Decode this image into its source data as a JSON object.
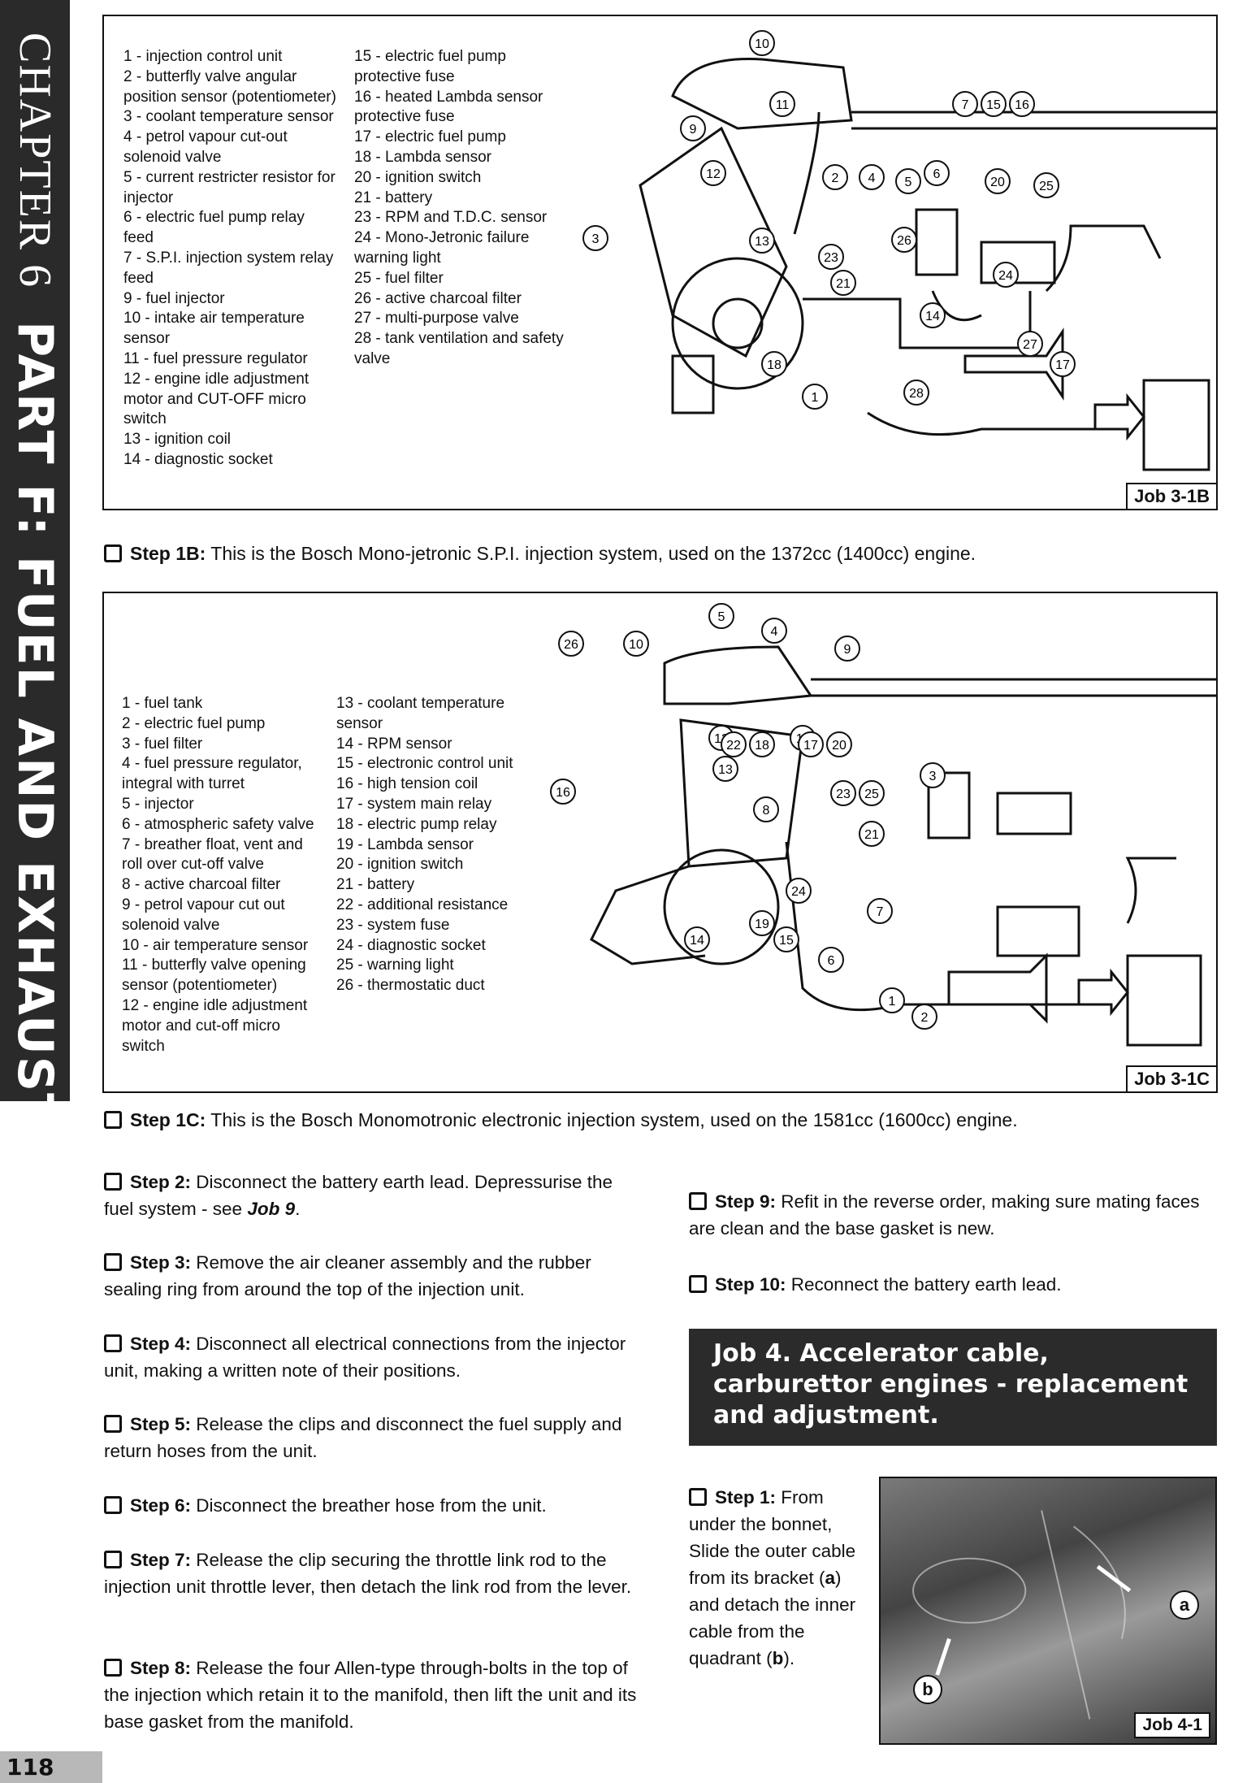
{
  "side_tab": {
    "chapter": "CHAPTER 6",
    "part": "PART F: FUEL AND EXHAUST"
  },
  "figure_1b": {
    "legend_left": [
      "1 - injection control unit",
      "2 - butterfly valve angular",
      "position sensor (potentiometer)",
      "3 - coolant temperature sensor",
      "4 - petrol vapour cut-out",
      "solenoid valve",
      "5 - current restricter resistor for",
      "injector",
      "6 - electric fuel pump relay",
      "feed",
      "7 - S.P.I. injection system relay",
      "feed",
      "9 - fuel injector",
      "10 - intake air temperature",
      "sensor",
      "11 - fuel pressure regulator",
      "12 - engine idle adjustment",
      "motor and CUT-OFF micro",
      "switch",
      "13 - ignition coil",
      "14 - diagnostic socket"
    ],
    "legend_right": [
      "15 - electric fuel pump",
      "protective fuse",
      "16 - heated Lambda sensor",
      "protective fuse",
      "17 - electric fuel pump",
      "18 - Lambda sensor",
      "20 - ignition switch",
      "21 - battery",
      "23 - RPM and T.D.C. sensor",
      "24 - Mono-Jetronic failure",
      "warning light",
      "25 - fuel filter",
      "26 - active charcoal filter",
      "27 - multi-purpose valve",
      "28 - tank ventilation and safety",
      "valve"
    ],
    "callouts": [
      "10",
      "7",
      "15",
      "16",
      "11",
      "9",
      "2",
      "4",
      "5",
      "6",
      "20",
      "25",
      "12",
      "3",
      "13",
      "26",
      "23",
      "24",
      "21",
      "14",
      "27",
      "18",
      "17",
      "1",
      "28"
    ],
    "job_label": "Job 3-1B"
  },
  "caption_1b": {
    "label": "Step 1B:",
    "text": " This is the Bosch Mono-jetronic S.P.I. injection system, used on the 1372cc (1400cc) engine."
  },
  "figure_1c": {
    "legend_left": [
      "1 - fuel tank",
      "2 - electric fuel pump",
      "3 - fuel filter",
      "4 - fuel pressure regulator,",
      "integral with turret",
      "5 - injector",
      "6 - atmospheric safety valve",
      "7 - breather float, vent and",
      "roll over cut-off valve",
      "8 - active charcoal filter",
      "9 - petrol vapour cut out",
      "solenoid valve",
      "10 - air temperature sensor",
      "11 - butterfly valve opening",
      "sensor (potentiometer)",
      "12 - engine idle adjustment",
      "motor and cut-off micro",
      "switch"
    ],
    "legend_right": [
      "13 - coolant temperature",
      "sensor",
      "14 - RPM sensor",
      "15 - electronic control unit",
      "16 - high tension coil",
      "17 - system main relay",
      "18 - electric pump relay",
      "19 - Lambda sensor",
      "20 - ignition switch",
      "21 - battery",
      "22 - additional resistance",
      "23 - system fuse",
      "24 - diagnostic socket",
      "25 - warning light",
      "26 - thermostatic duct"
    ],
    "callouts": [
      "5",
      "26",
      "10",
      "4",
      "9",
      "11",
      "12",
      "22",
      "18",
      "17",
      "20",
      "3",
      "16",
      "13",
      "23",
      "25",
      "8",
      "21",
      "24",
      "7",
      "19",
      "14",
      "15",
      "6",
      "1",
      "2"
    ],
    "job_label": "Job 3-1C"
  },
  "caption_1c": {
    "label": "Step 1C:",
    "text": " This is the Bosch Monomotronic electronic injection system, used on the 1581cc (1600cc) engine."
  },
  "steps_left": [
    {
      "label": "Step 2:",
      "text": " Disconnect the battery earth lead. Depressurise the fuel system - see ",
      "ref": "Job 9",
      "tail": "."
    },
    {
      "label": "Step 3:",
      "text": " Remove the air cleaner assembly and the rubber sealing ring from around the top of the injection unit.",
      "ref": "",
      "tail": ""
    },
    {
      "label": "Step 4:",
      "text": " Disconnect all electrical connections from the injector unit, making a written note of their positions.",
      "ref": "",
      "tail": ""
    },
    {
      "label": "Step 5:",
      "text": " Release the clips and disconnect the fuel supply and return hoses from the unit.",
      "ref": "",
      "tail": ""
    },
    {
      "label": "Step 6:",
      "text": " Disconnect the breather hose from the unit.",
      "ref": "",
      "tail": ""
    },
    {
      "label": "Step 7:",
      "text": " Release the clip securing the throttle link rod to the injection unit throttle lever, then detach the link rod from the lever.",
      "ref": "",
      "tail": ""
    },
    {
      "label": "Step 8:",
      "text": " Release the four Allen-type through-bolts in the top of the injection which retain it to the manifold, then lift the unit and its base gasket from the manifold.",
      "ref": "",
      "tail": ""
    }
  ],
  "steps_right": [
    {
      "label": "Step 9:",
      "text": " Refit in the reverse order, making sure mating faces are clean and the base gasket is new."
    },
    {
      "label": "Step 10:",
      "text": " Reconnect the battery earth lead."
    }
  ],
  "job4": {
    "heading": "Job 4. Accelerator cable, carburettor engines - replacement and adjustment.",
    "step1_label": "Step 1:",
    "step1_text_a": " From under the bonnet, Slide the outer cable from its bracket (",
    "step1_ref_a": "a",
    "step1_text_b": ") and detach the inner cable from the quadrant (",
    "step1_ref_b": "b",
    "step1_text_c": ").",
    "photo_label": "Job 4-1",
    "callout_a": "a",
    "callout_b": "b"
  },
  "page_number": "118"
}
